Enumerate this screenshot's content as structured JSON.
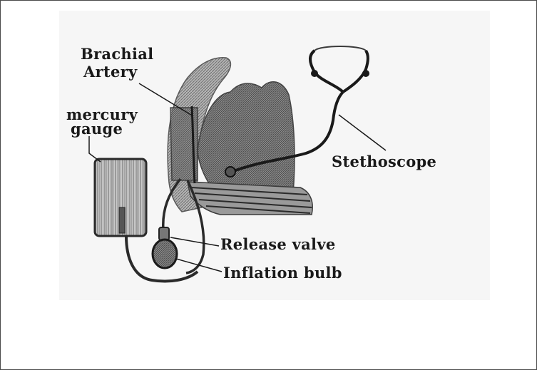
{
  "labels": {
    "brachial_artery": [
      "Brachial",
      "Artery"
    ],
    "mercury_gauge": [
      "mercury",
      "gauge"
    ],
    "stethoscope": "Stethoscope",
    "release_valve": "Release valve",
    "inflation_bulb": "Inflation bulb"
  },
  "colors": {
    "ink": "#1a1a1a",
    "background": "#ffffff",
    "arm_shade": "#8c8c8c",
    "paper_tint": "#f2f2f2"
  }
}
